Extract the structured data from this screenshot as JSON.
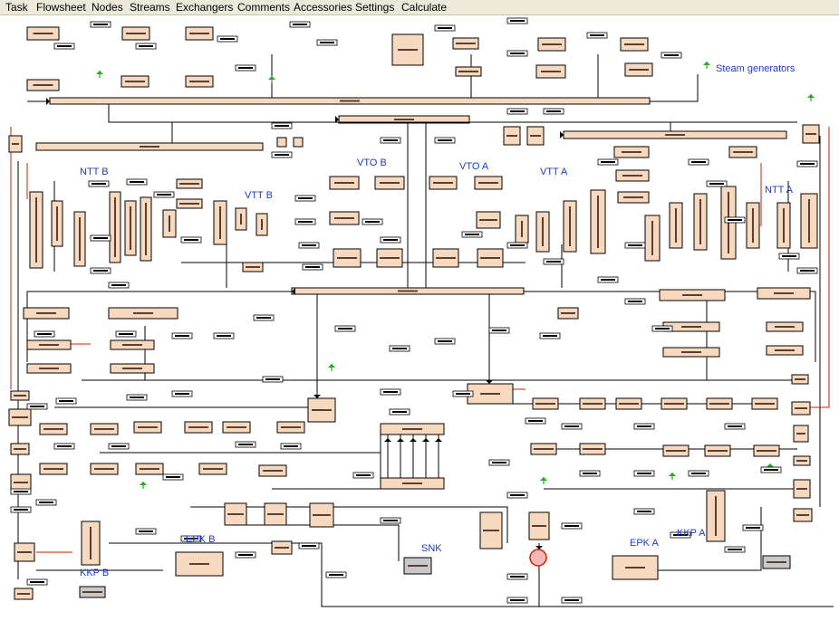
{
  "menu": {
    "items": [
      "Task",
      "Flowsheet",
      "Nodes",
      "Streams",
      "Exchangers",
      "Comments",
      "Accessories",
      "Settings",
      "Calculate"
    ]
  },
  "regions": {
    "steam_generators": "Steam generators",
    "ntt_b": "NTT B",
    "vtt_b": "VTT B",
    "vto_b": "VTO B",
    "vto_a": "VTO A",
    "vtt_a": "VTT A",
    "ntt_a": "NTT A",
    "epk_b": "EPK B",
    "snk": "SNK",
    "epk_a": "EPK A",
    "kkp_a": "KKP A",
    "kkp_b": "KKP B"
  },
  "colors": {
    "menubar": "#ece9d8",
    "node_fill": "#f7d9bf",
    "node_border": "#000000",
    "line": "#000000",
    "flow_red": "#cc2200",
    "flow_green": "#22aa22",
    "region_label": "#1a3cc8",
    "grey_node": "#c8c8c8",
    "pump": "#f4b8b8"
  }
}
